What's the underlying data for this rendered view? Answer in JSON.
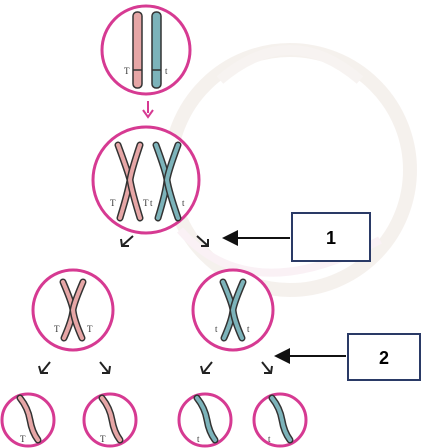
{
  "callouts": [
    {
      "id": "label-1",
      "text": "1"
    },
    {
      "id": "label-2",
      "text": "2"
    }
  ],
  "alleles": {
    "dominant": "T",
    "recessive": "t"
  },
  "colors": {
    "circle_outline": "#d63a92",
    "pink_chromosome": "#e8a0a0",
    "teal_chromosome": "#6fa8b0",
    "arrow": "#222222",
    "pink_arrow": "#d63a92",
    "box_border": "#2a3a66",
    "watermark": "#e9e0da"
  }
}
